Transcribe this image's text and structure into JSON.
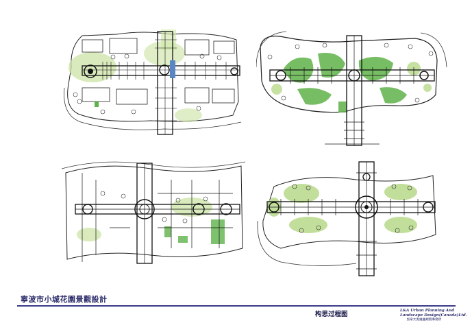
{
  "project_title": "寧波市小城花園景觀設計",
  "sheet_title": "构思过程图",
  "firm": {
    "line1": "L&A Urban Planning And",
    "line2": "Landscape Design(Canada)Ltd.",
    "line3": "加拿大奧維園規劃事務所"
  },
  "colors": {
    "ink": "#1e1e1e",
    "green": "#5fb24a",
    "light_green": "#b8d98a",
    "blue": "#5b86c4",
    "frame_line": "#3b3b8a"
  }
}
